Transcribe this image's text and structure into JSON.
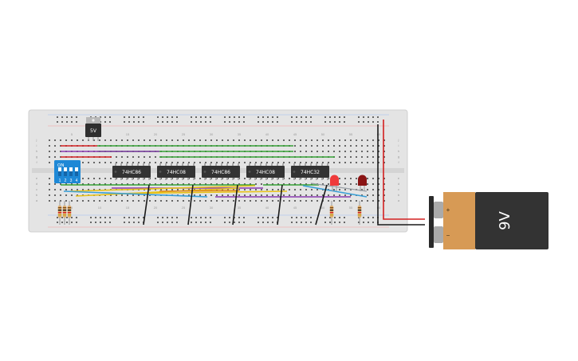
{
  "regulator": {
    "label": "5V"
  },
  "dip_switch": {
    "label": "ON",
    "positions": [
      "1",
      "2",
      "3",
      "4"
    ],
    "states": [
      "off",
      "off",
      "off",
      "off"
    ]
  },
  "chips": [
    {
      "label": "74HC86"
    },
    {
      "label": "74HC08"
    },
    {
      "label": "74HC86"
    },
    {
      "label": "74HC08"
    },
    {
      "label": "74HC32"
    }
  ],
  "battery": {
    "label": "9V",
    "plus": "+",
    "minus": "−"
  },
  "breadboard": {
    "col_numbers": [
      "5",
      "10",
      "15",
      "20",
      "25",
      "30",
      "35",
      "40",
      "45",
      "50",
      "55",
      "60"
    ],
    "row_letters_top": [
      "j",
      "i",
      "h",
      "g",
      "f"
    ],
    "row_letters_bottom": [
      "e",
      "d",
      "c",
      "b",
      "a"
    ]
  },
  "leds": [
    {
      "color": "#ef3a3a"
    },
    {
      "color": "#8a1414"
    }
  ],
  "colors": {
    "board": "#e6e6e6",
    "chip": "#333333",
    "chip_text": "#ffffff",
    "dip": "#1e88d6",
    "battery_body": "#d79a55",
    "battery_top": "#333333",
    "wire_red": "#d32020",
    "wire_black": "#1a1a1a"
  }
}
